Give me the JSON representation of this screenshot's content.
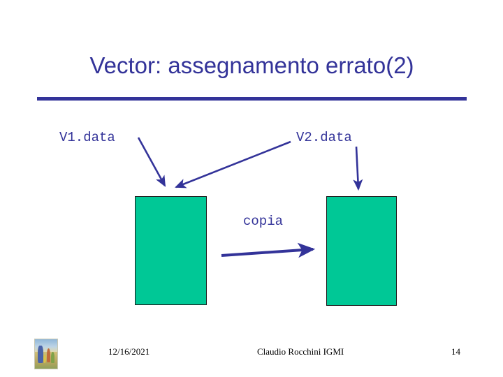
{
  "slide": {
    "title": "Vector: assegnamento errato(2)",
    "accent_color": "#333399",
    "background_color": "#ffffff",
    "block_color": "#00C896",
    "labels": {
      "v1": "V1.data",
      "v2": "V2.data",
      "copia": "copia"
    },
    "blocks": [
      {
        "name": "v1-data-block",
        "fill": "#00C896"
      },
      {
        "name": "v2-data-block",
        "fill": "#00C896"
      }
    ],
    "arrows": [
      {
        "name": "v1-to-left-block",
        "from": "V1.data",
        "to": "left block"
      },
      {
        "name": "v2-to-left-block",
        "from": "V2.data",
        "to": "left block"
      },
      {
        "name": "v2-to-right-block",
        "from": "V2.data",
        "to": "right block"
      },
      {
        "name": "copia-arrow",
        "from": "left block",
        "to": "right block"
      }
    ]
  },
  "footer": {
    "date": "12/16/2021",
    "author": "Claudio Rocchini IGMI",
    "page_number": "14",
    "thumbnail_alt": "illustration-thumbnail"
  }
}
